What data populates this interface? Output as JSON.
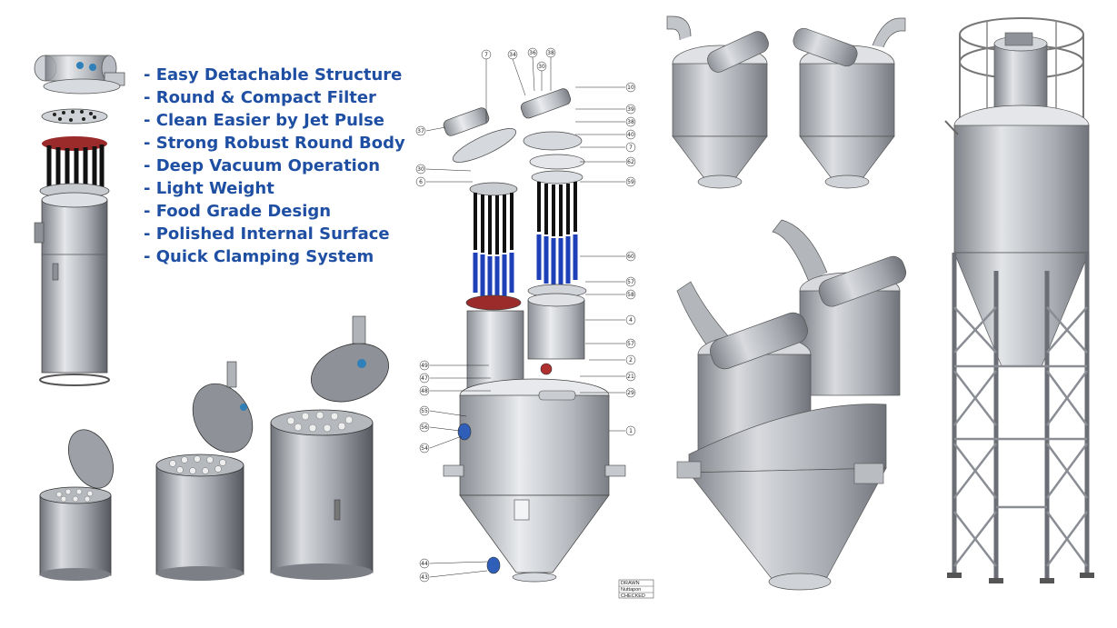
{
  "features": {
    "items": [
      "- Easy Detachable Structure",
      "- Round & Compact Filter",
      "- Clean Easier by Jet Pulse",
      "- Strong Robust Round Body",
      "- Deep Vacuum Operation",
      "- Light Weight",
      "- Food Grade Design",
      "- Polished Internal Surface",
      "- Quick Clamping System"
    ]
  },
  "exploded_view": {
    "callouts_left": [
      "37",
      "30",
      "6",
      "49",
      "47",
      "48",
      "55",
      "56",
      "54",
      "44",
      "43"
    ],
    "callouts_top": [
      "7",
      "34",
      "36",
      "38",
      "30"
    ],
    "callouts_right": [
      "10",
      "39",
      "38",
      "40",
      "7",
      "62",
      "59",
      "60",
      "57",
      "58",
      "4",
      "57",
      "2",
      "21",
      "29",
      "1"
    ],
    "title_block": [
      "DRAWN",
      "Nuttapon",
      "CHECKED"
    ]
  },
  "colors": {
    "feature_text": "#1f4fa3",
    "steel_light": "#d9dbdf",
    "steel_mid": "#a9adb3",
    "steel_dark": "#6f7379",
    "filter_blue": "#1f3fb8",
    "filter_black": "#1a1a1a",
    "filter_red": "#9b2b2b",
    "valve_blue": "#2f7fb8"
  }
}
